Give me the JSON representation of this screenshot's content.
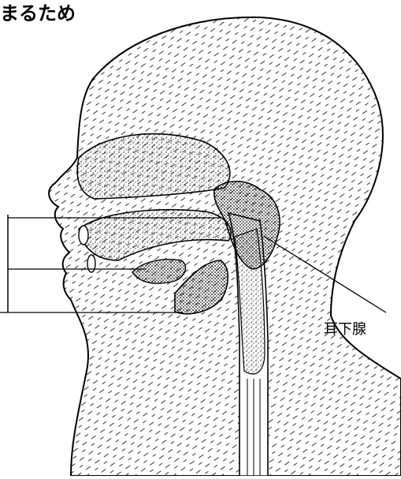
{
  "header": {
    "title_fragment": "まるため"
  },
  "diagram": {
    "labels": [
      {
        "id": "parotid",
        "text": "耳下腺"
      }
    ],
    "colors": {
      "ink": "#000000",
      "background": "#ffffff"
    }
  }
}
